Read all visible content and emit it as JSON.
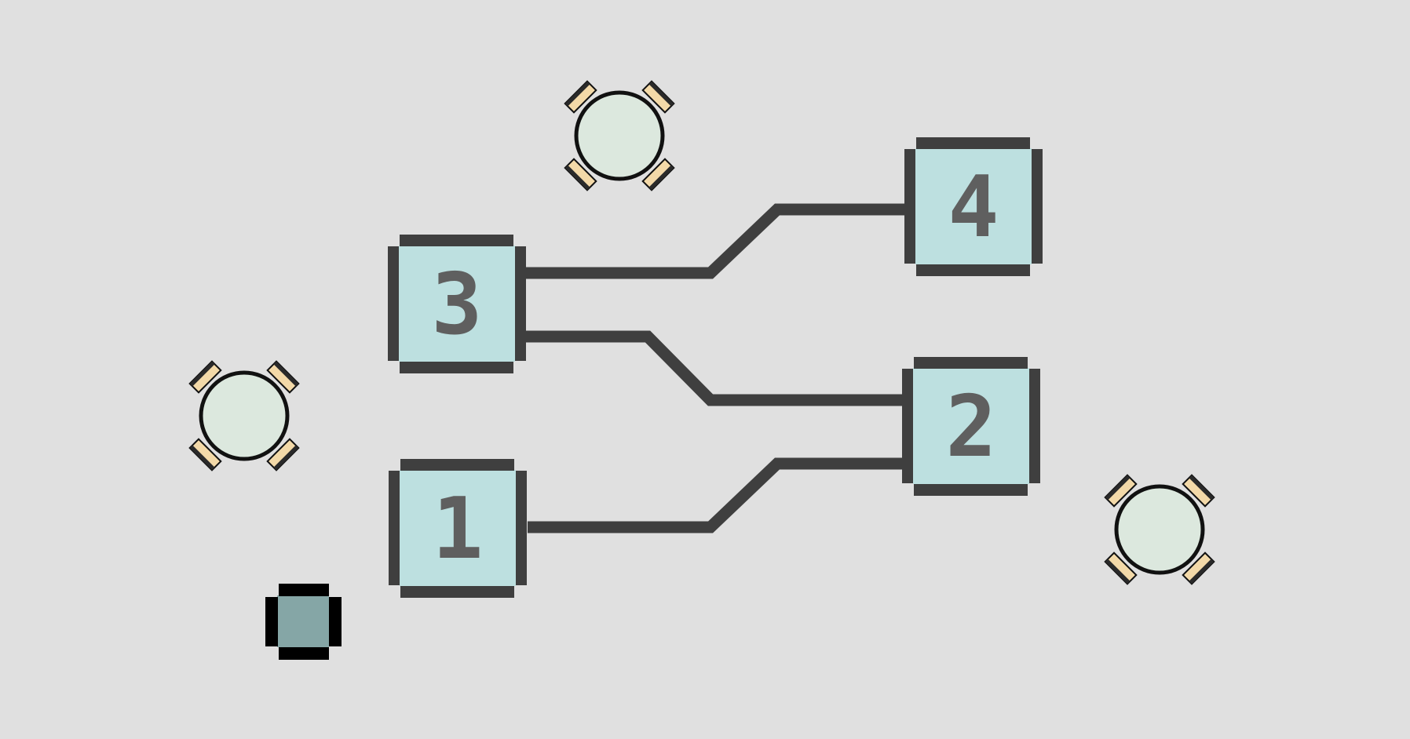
{
  "colors": {
    "background": "#e0e0e0",
    "path_line": "#3f3f3f",
    "station_fill": "#bde0e0",
    "station_border": "#3f3f3f",
    "station_number": "#5f5f5f",
    "table_fill": "#dce8de",
    "table_outline": "#111111",
    "chair_fill": "#f3d9a8",
    "tile_fill": "#85a6a6",
    "tile_border": "#000000"
  },
  "stations": [
    {
      "label": "1"
    },
    {
      "label": "2"
    },
    {
      "label": "3"
    },
    {
      "label": "4"
    }
  ],
  "connections": [
    {
      "from": "3",
      "to": "4"
    },
    {
      "from": "3",
      "to": "2"
    },
    {
      "from": "1",
      "to": "2"
    }
  ],
  "tables": [
    {
      "name": "table-top",
      "chairs": 4
    },
    {
      "name": "table-left",
      "chairs": 4
    },
    {
      "name": "table-right",
      "chairs": 4
    }
  ],
  "extra_tiles": [
    {
      "name": "small-square-tile"
    }
  ]
}
